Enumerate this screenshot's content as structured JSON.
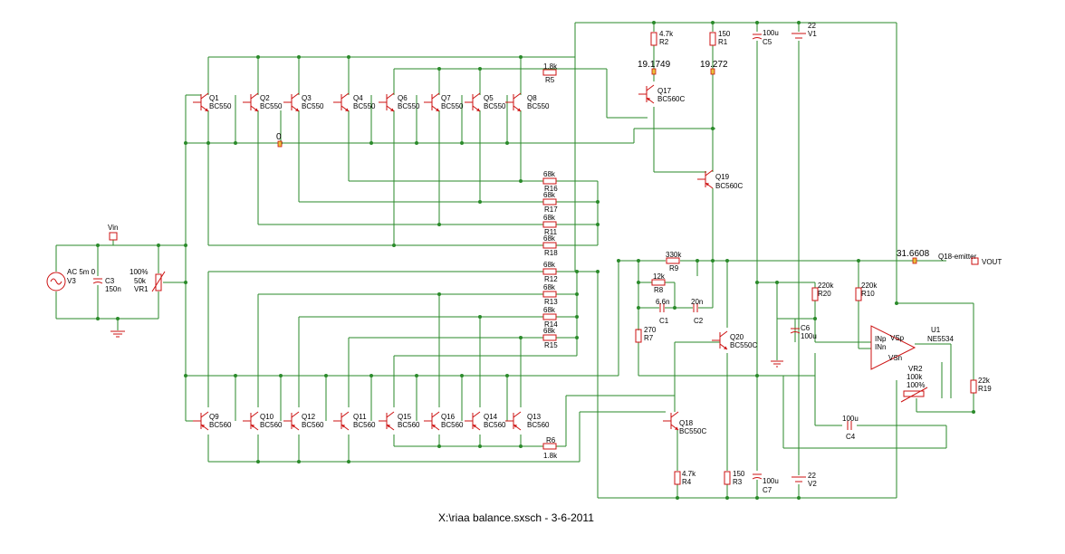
{
  "caption": "X:\\riaa balance.sxsch - 3-6-2011",
  "colors": {
    "wire": "#2a8a2a",
    "component": "#cc1111",
    "text": "#000000",
    "probe": "#e8c23a"
  },
  "probes": [
    {
      "id": "p-q3",
      "label": "0"
    },
    {
      "id": "p-r2",
      "label": "19.1749"
    },
    {
      "id": "p-r1",
      "label": "19.272"
    },
    {
      "id": "p-out",
      "label": "31.6608"
    }
  ],
  "ports": {
    "vin": "Vin",
    "vout": "VOUT",
    "q18_emitter": "Q18-emitter"
  },
  "sources": {
    "v3": {
      "name": "V3",
      "value": "AC 5m 0"
    },
    "v1": {
      "name": "V1",
      "value": "22"
    },
    "v2": {
      "name": "V2",
      "value": "22"
    }
  },
  "pot_vr1": {
    "name": "VR1",
    "value": "50k",
    "setting": "100%"
  },
  "pot_vr2": {
    "name": "VR2",
    "value": "100k",
    "setting": "100%"
  },
  "opamp": {
    "name": "U1",
    "part": "NE5534",
    "pins": [
      "INp",
      "INn",
      "VSp",
      "VSn"
    ]
  },
  "transistors_top": [
    {
      "name": "Q1",
      "part": "BC550"
    },
    {
      "name": "Q2",
      "part": "BC550"
    },
    {
      "name": "Q3",
      "part": "BC550"
    },
    {
      "name": "Q4",
      "part": "BC550"
    },
    {
      "name": "Q6",
      "part": "BC550"
    },
    {
      "name": "Q7",
      "part": "BC550"
    },
    {
      "name": "Q5",
      "part": "BC550"
    },
    {
      "name": "Q8",
      "part": "BC550"
    }
  ],
  "transistors_bottom": [
    {
      "name": "Q9",
      "part": "BC560"
    },
    {
      "name": "Q10",
      "part": "BC560"
    },
    {
      "name": "Q12",
      "part": "BC560"
    },
    {
      "name": "Q11",
      "part": "BC560"
    },
    {
      "name": "Q15",
      "part": "BC560"
    },
    {
      "name": "Q16",
      "part": "BC560"
    },
    {
      "name": "Q14",
      "part": "BC560"
    },
    {
      "name": "Q13",
      "part": "BC560"
    }
  ],
  "transistors_other": [
    {
      "name": "Q17",
      "part": "BC560C"
    },
    {
      "name": "Q19",
      "part": "BC560C"
    },
    {
      "name": "Q20",
      "part": "BC550C"
    },
    {
      "name": "Q18",
      "part": "BC550C"
    }
  ],
  "resistor_bank_top": [
    {
      "name": "R16",
      "value": "68k"
    },
    {
      "name": "R17",
      "value": "68k"
    },
    {
      "name": "R11",
      "value": "68k"
    },
    {
      "name": "R18",
      "value": "68k"
    }
  ],
  "resistor_bank_bottom": [
    {
      "name": "R12",
      "value": "68k"
    },
    {
      "name": "R13",
      "value": "68k"
    },
    {
      "name": "R14",
      "value": "68k"
    },
    {
      "name": "R15",
      "value": "68k"
    }
  ],
  "resistors": [
    {
      "id": "r5",
      "name": "R5",
      "value": "1.8k"
    },
    {
      "id": "r6",
      "name": "R6",
      "value": "1.8k"
    },
    {
      "id": "r2",
      "name": "R2",
      "value": "4.7k"
    },
    {
      "id": "r1",
      "name": "R1",
      "value": "150"
    },
    {
      "id": "r9",
      "name": "R9",
      "value": "330k"
    },
    {
      "id": "r8",
      "name": "R8",
      "value": "12k"
    },
    {
      "id": "r7",
      "name": "R7",
      "value": "270"
    },
    {
      "id": "r4",
      "name": "R4",
      "value": "4.7k"
    },
    {
      "id": "r3",
      "name": "R3",
      "value": "150"
    },
    {
      "id": "r20",
      "name": "R20",
      "value": "220k"
    },
    {
      "id": "r10",
      "name": "R10",
      "value": "220k"
    },
    {
      "id": "r19",
      "name": "R19",
      "value": "22k"
    }
  ],
  "capacitors": [
    {
      "id": "c3",
      "name": "C3",
      "value": "150n"
    },
    {
      "id": "c5",
      "name": "C5",
      "value": "100u"
    },
    {
      "id": "c7",
      "name": "C7",
      "value": "100u"
    },
    {
      "id": "c1",
      "name": "C1",
      "value": "6.6n"
    },
    {
      "id": "c2",
      "name": "C2",
      "value": "20n"
    },
    {
      "id": "c6",
      "name": "C6",
      "value": "100u"
    },
    {
      "id": "c4",
      "name": "C4",
      "value": "100u"
    }
  ]
}
